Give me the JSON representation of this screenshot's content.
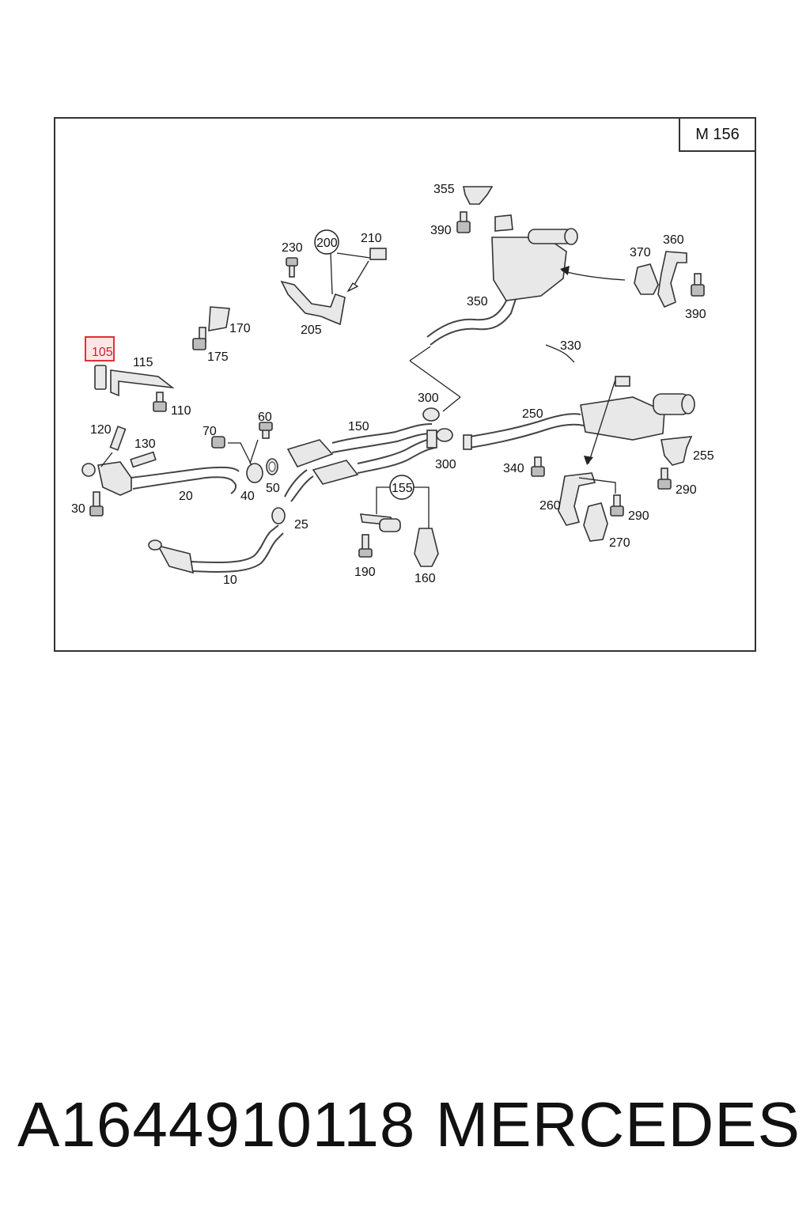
{
  "model": "M 156",
  "highlighted_part": "105",
  "part_labels": {
    "p10": "10",
    "p20": "20",
    "p25": "25",
    "p30": "30",
    "p40": "40",
    "p50": "50",
    "p60": "60",
    "p70": "70",
    "p105": "105",
    "p110": "110",
    "p115": "115",
    "p120": "120",
    "p130": "130",
    "p150": "150",
    "p155": "155",
    "p160": "160",
    "p170": "170",
    "p175": "175",
    "p190": "190",
    "p200": "200",
    "p205": "205",
    "p210": "210",
    "p230": "230",
    "p250": "250",
    "p255": "255",
    "p260": "260",
    "p270": "270",
    "p290a": "290",
    "p290b": "290",
    "p300a": "300",
    "p300b": "300",
    "p330": "330",
    "p340": "340",
    "p350": "350",
    "p355": "355",
    "p360": "360",
    "p370": "370",
    "p390a": "390",
    "p390b": "390"
  },
  "footer": {
    "part_number": "A1644910118",
    "brand": "MERCEDES"
  }
}
